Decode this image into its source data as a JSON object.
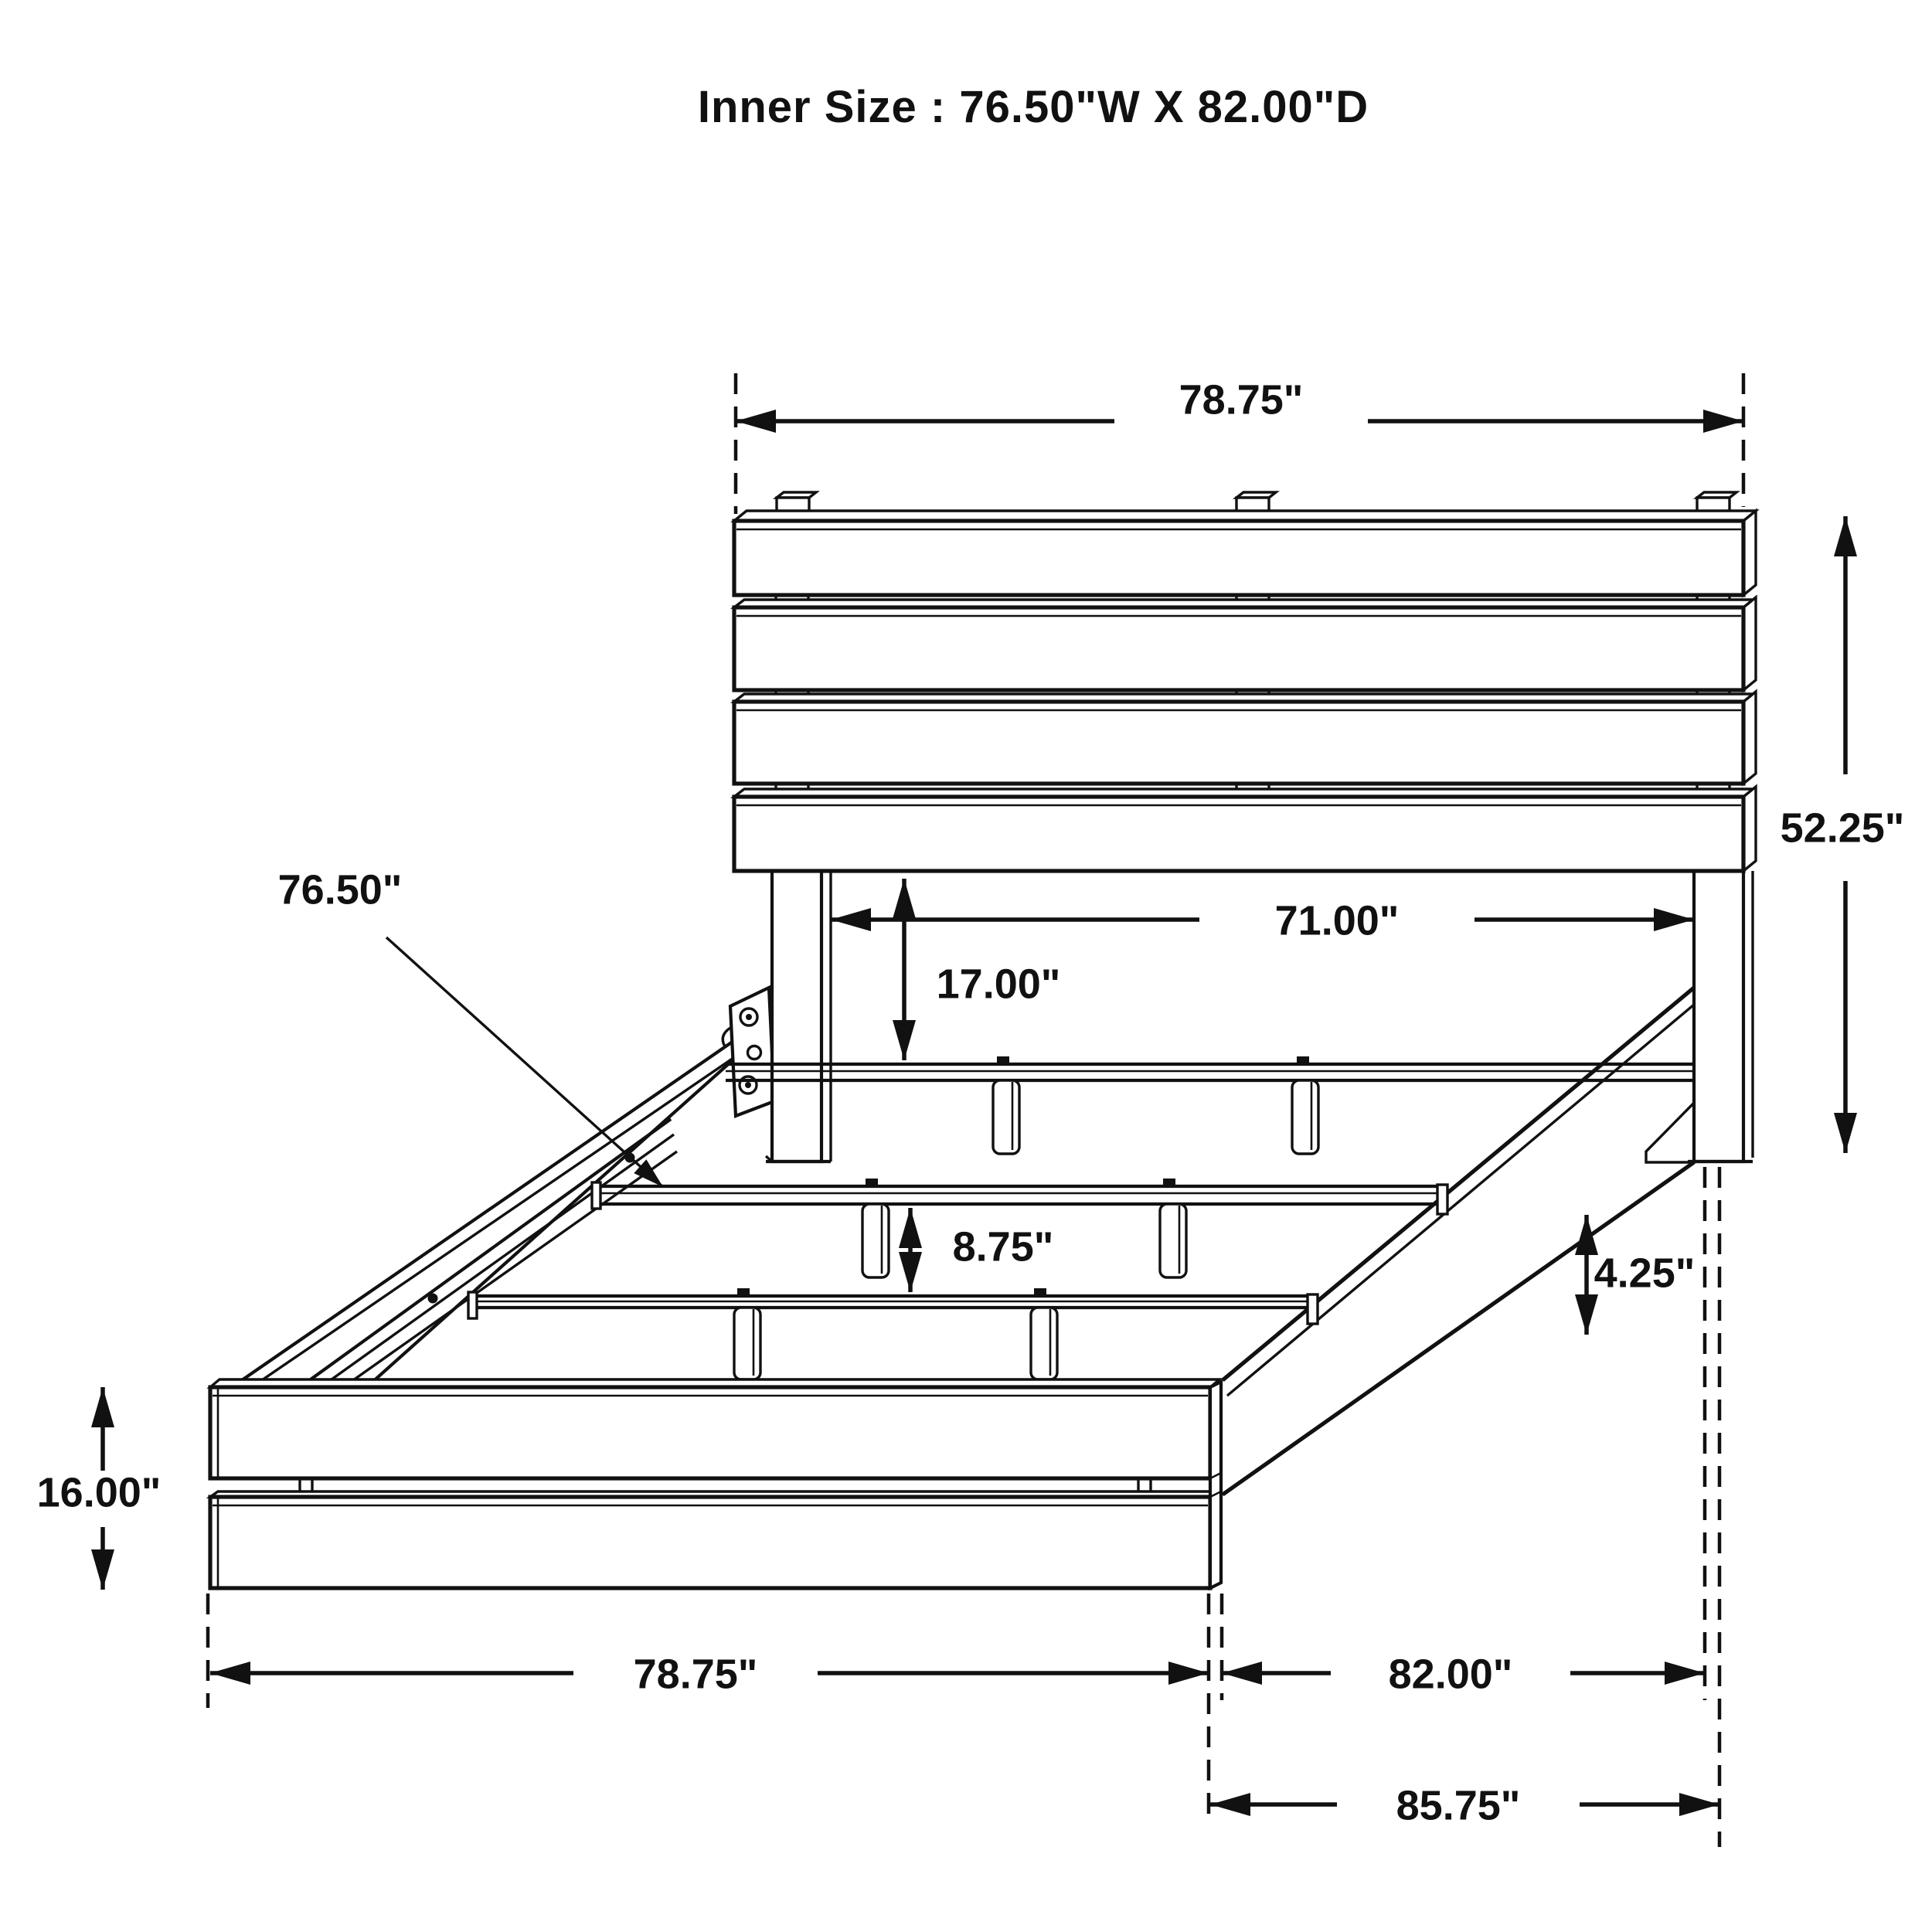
{
  "title": "Inner Size : 76.50\"W X 82.00\"D",
  "dimensions": {
    "headboard_width": "78.75\"",
    "headboard_height": "52.25\"",
    "slat_length": "76.50\"",
    "inner_width": "71.00\"",
    "under_headboard_clearance": "17.00\"",
    "slat_support_height": "8.75\"",
    "side_rail_height": "4.25\"",
    "footboard_height": "16.00\"",
    "footboard_width": "78.75\"",
    "inner_depth": "82.00\"",
    "overall_depth": "85.75\""
  },
  "colors": {
    "line": "#111111",
    "background": "#ffffff"
  }
}
